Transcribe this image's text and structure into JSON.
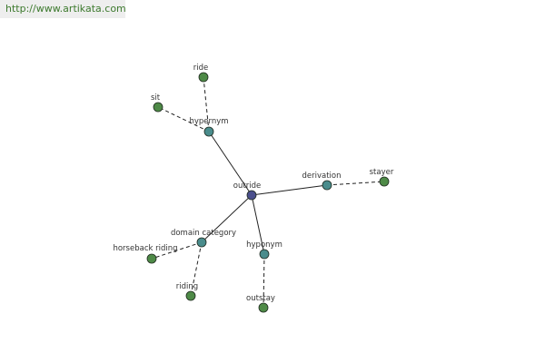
{
  "site": {
    "url": "http://www.artikata.com"
  },
  "graph": {
    "colors": {
      "center": "#4a4f8c",
      "relation": "#4a8c8c",
      "word": "#4e8a47"
    },
    "nodes": [
      {
        "id": "outride",
        "label": "outride",
        "kind": "center"
      },
      {
        "id": "hypernym",
        "label": "hypernym",
        "kind": "relation"
      },
      {
        "id": "derivation",
        "label": "derivation",
        "kind": "relation"
      },
      {
        "id": "domain-category",
        "label": "domain category",
        "kind": "relation"
      },
      {
        "id": "hyponym",
        "label": "hyponym",
        "kind": "relation"
      },
      {
        "id": "ride",
        "label": "ride",
        "kind": "word"
      },
      {
        "id": "sit",
        "label": "sit",
        "kind": "word"
      },
      {
        "id": "stayer",
        "label": "stayer",
        "kind": "word"
      },
      {
        "id": "horseback-riding",
        "label": "horseback riding",
        "kind": "word"
      },
      {
        "id": "riding",
        "label": "riding",
        "kind": "word"
      },
      {
        "id": "outstay",
        "label": "outstay",
        "kind": "word"
      }
    ],
    "edges": [
      {
        "from": "outride",
        "to": "hypernym",
        "style": "solid"
      },
      {
        "from": "outride",
        "to": "derivation",
        "style": "solid"
      },
      {
        "from": "outride",
        "to": "domain-category",
        "style": "solid"
      },
      {
        "from": "outride",
        "to": "hyponym",
        "style": "solid"
      },
      {
        "from": "hypernym",
        "to": "ride",
        "style": "dashed"
      },
      {
        "from": "hypernym",
        "to": "sit",
        "style": "dashed"
      },
      {
        "from": "derivation",
        "to": "stayer",
        "style": "dashed"
      },
      {
        "from": "domain-category",
        "to": "horseback-riding",
        "style": "dashed"
      },
      {
        "from": "domain-category",
        "to": "riding",
        "style": "dashed"
      },
      {
        "from": "hyponym",
        "to": "outstay",
        "style": "dashed"
      }
    ]
  }
}
